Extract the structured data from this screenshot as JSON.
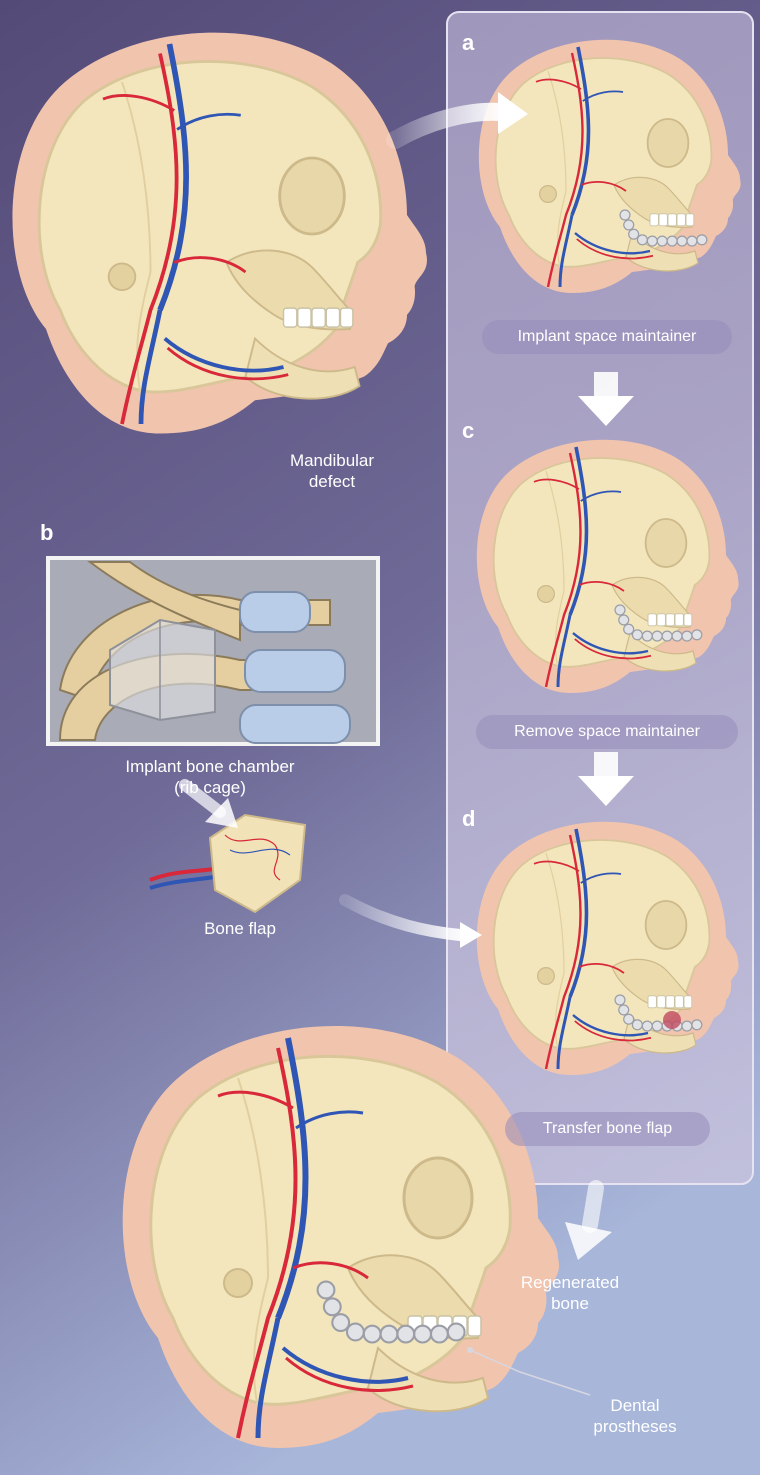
{
  "panels": {
    "a": "a",
    "b": "b",
    "c": "c",
    "d": "d"
  },
  "labels": {
    "mandibular_defect": "Mandibular\ndefect",
    "implant_bone_chamber": "Implant bone chamber\n(rib cage)",
    "bone_flap": "Bone flap",
    "implant_space_maintainer": "Implant space maintainer",
    "remove_space_maintainer": "Remove space maintainer",
    "transfer_bone_flap": "Transfer bone flap",
    "regenerated_bone": "Regenerated\nbone",
    "dental_prostheses": "Dental\nprostheses"
  },
  "colors": {
    "background_top": "#5c5480",
    "background_bottom": "#a8b4d8",
    "skull": "#f3e6bd",
    "skin": "#f2c7b3",
    "artery": "#d8283a",
    "vein": "#2f55b5",
    "plate": "#d9dbe0",
    "rib_cartilage": "#b9cde8"
  }
}
